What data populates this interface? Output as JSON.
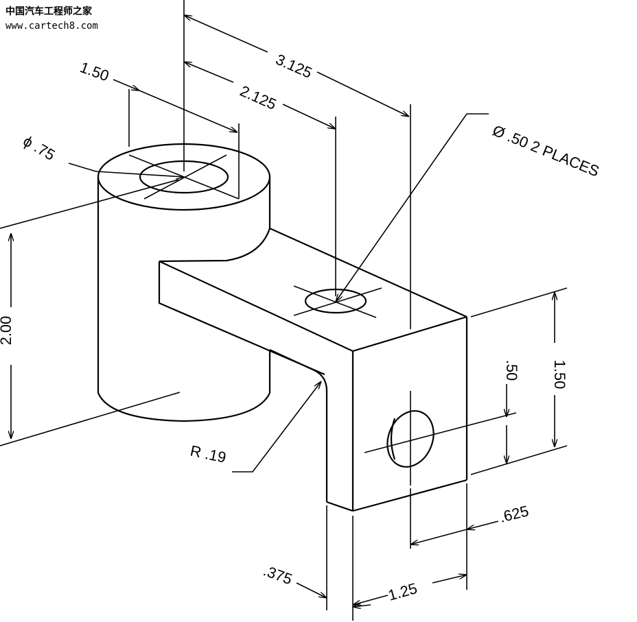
{
  "watermark": {
    "title": "中国汽车工程师之家",
    "url": "www.cartech8.com"
  },
  "dimensions": {
    "top_width_3125": "3.125",
    "hole_offset_2125": "2.125",
    "boss_offset_150": "1.50",
    "boss_diameter": "ϕ .75",
    "hole_note": "Ø  .50 2 PLACES",
    "height_200": "2.00",
    "block_height_150": "1.50",
    "hole_height_050": ".50",
    "fillet_radius": "R .19",
    "hole_offset_0625": ".625",
    "wall_thickness_0375": ".375",
    "block_depth_125": "1.25"
  }
}
